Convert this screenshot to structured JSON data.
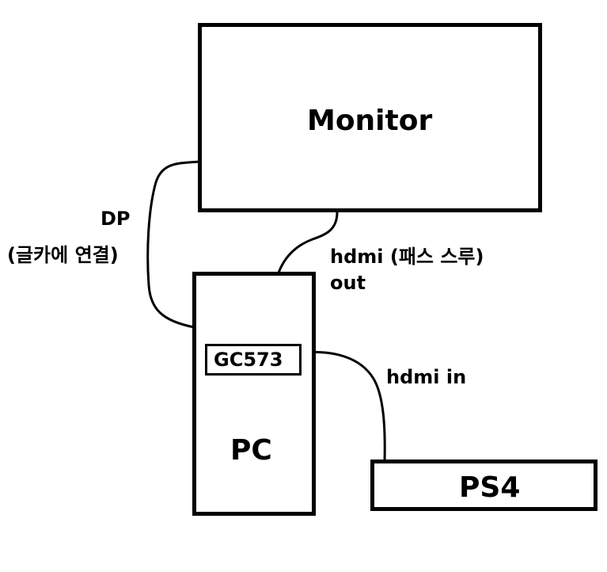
{
  "diagram": {
    "nodes": {
      "monitor": {
        "label": "Monitor"
      },
      "pc": {
        "label": "PC"
      },
      "capture_card": {
        "label": "GC573"
      },
      "ps4": {
        "label": "PS4"
      }
    },
    "edges": {
      "dp": {
        "label_line1": "DP",
        "label_line2": "(글카에 연결)",
        "from": "PC",
        "to": "Monitor"
      },
      "hdmi_out": {
        "label_line1": "hdmi (패스 스루)",
        "label_line2": "out",
        "from": "GC573",
        "to": "Monitor"
      },
      "hdmi_in": {
        "label": "hdmi in",
        "from": "PS4",
        "to": "GC573"
      }
    },
    "colors": {
      "stroke": "#000000",
      "background": "#ffffff"
    }
  }
}
